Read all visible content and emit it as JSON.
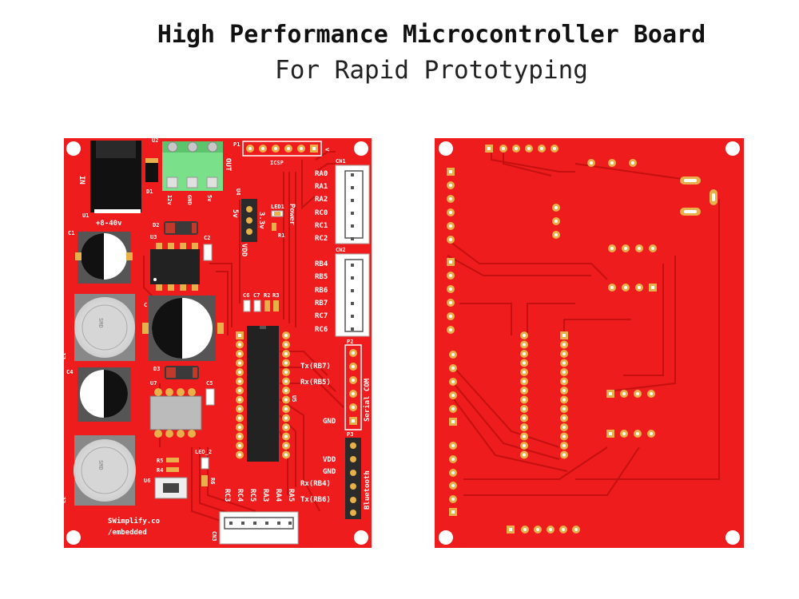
{
  "header": {
    "title": "High Performance Microcontroller Board",
    "subtitle": "For Rapid Prototyping"
  },
  "colors": {
    "board": "#ee1c1c",
    "trace": "#c41010",
    "pad": "#e8b04a",
    "silk": "#ffffff"
  },
  "front": {
    "refs": {
      "u2": "U2",
      "p1": "P1",
      "icsp": "ICSP",
      "cn1": "CN1",
      "cn2": "CN2",
      "cn3": "CN3",
      "d1": "D1",
      "d2": "D2",
      "d3": "D3",
      "u1": "U1",
      "u3": "U3",
      "u4": "U4",
      "u5": "U5",
      "u6": "U6",
      "u7": "U7",
      "c1": "C1",
      "c2": "C2",
      "c3": "C",
      "c4": "C4",
      "c5": "C5",
      "c6": "C6",
      "c7": "C7",
      "r1": "R1",
      "r2": "R2",
      "r3": "R3",
      "r4": "R4",
      "r5": "R5",
      "r6": "R6",
      "l1": "L1",
      "l2": "L2",
      "led1": "LED1",
      "led2": "LED_2",
      "p2": "P2",
      "p3": "P3",
      "in": "IN",
      "out": "OUT"
    },
    "labels": {
      "v12": "12v",
      "gnd_top": "GND",
      "v5_top": "5v",
      "voltage": "+8-40v",
      "power": "Power",
      "v5": "5v",
      "v33": "3.3v",
      "vdd_sel": "VDD",
      "smd1": "SMD",
      "smd2": "SMD",
      "serial_com": "Serial COM",
      "bluetooth": "Bluetooth",
      "brand1": "SWimplify.co",
      "brand2": "/embedded",
      "txrb7": "Tx(RB7)",
      "rxrb5": "Rx(RB5)",
      "gnd_serial": "GND",
      "vdd_bt": "VDD",
      "gnd_bt": "GND",
      "rxrb4": "Rx(RB4)",
      "txrb6": "Tx(RB6)",
      "arrow": "<"
    },
    "cn1_pins": [
      "RA0",
      "RA1",
      "RA2",
      "RC0",
      "RC1",
      "RC2"
    ],
    "cn2_pins": [
      "RB4",
      "RB5",
      "RB6",
      "RB7",
      "RC7",
      "RC6"
    ],
    "cn3_pins": [
      "RC3",
      "RC4",
      "RC5",
      "RA3",
      "RA4",
      "RA5"
    ]
  }
}
